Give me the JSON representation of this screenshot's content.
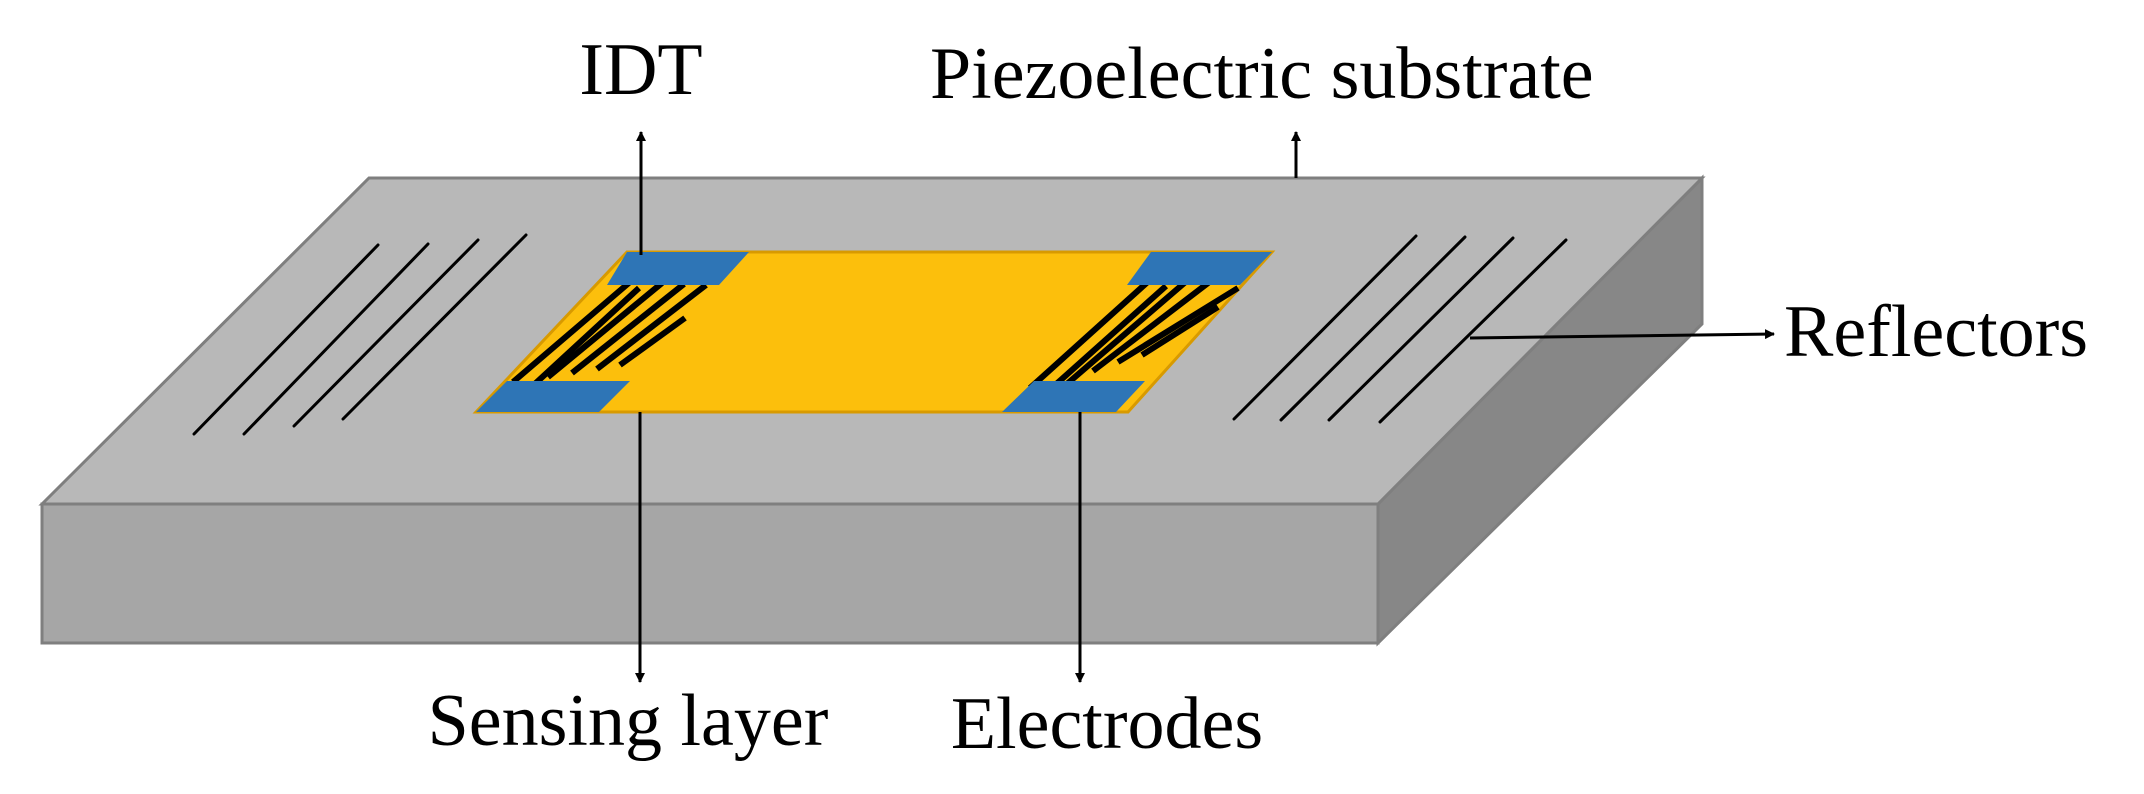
{
  "labels": {
    "idt": "IDT",
    "substrate": "Piezoelectric substrate",
    "reflectors": "Reflectors",
    "sensing_layer": "Sensing layer",
    "electrodes": "Electrodes"
  },
  "colors": {
    "substrate_top": "#b8b8b8",
    "substrate_front": "#a6a6a6",
    "substrate_side": "#878787",
    "substrate_edge": "#7f7f7f",
    "sensing_layer": "#fcbf0c",
    "sensing_layer_edge": "#d89a00",
    "electrode_pad": "#2e75b6",
    "text": "#000000"
  }
}
